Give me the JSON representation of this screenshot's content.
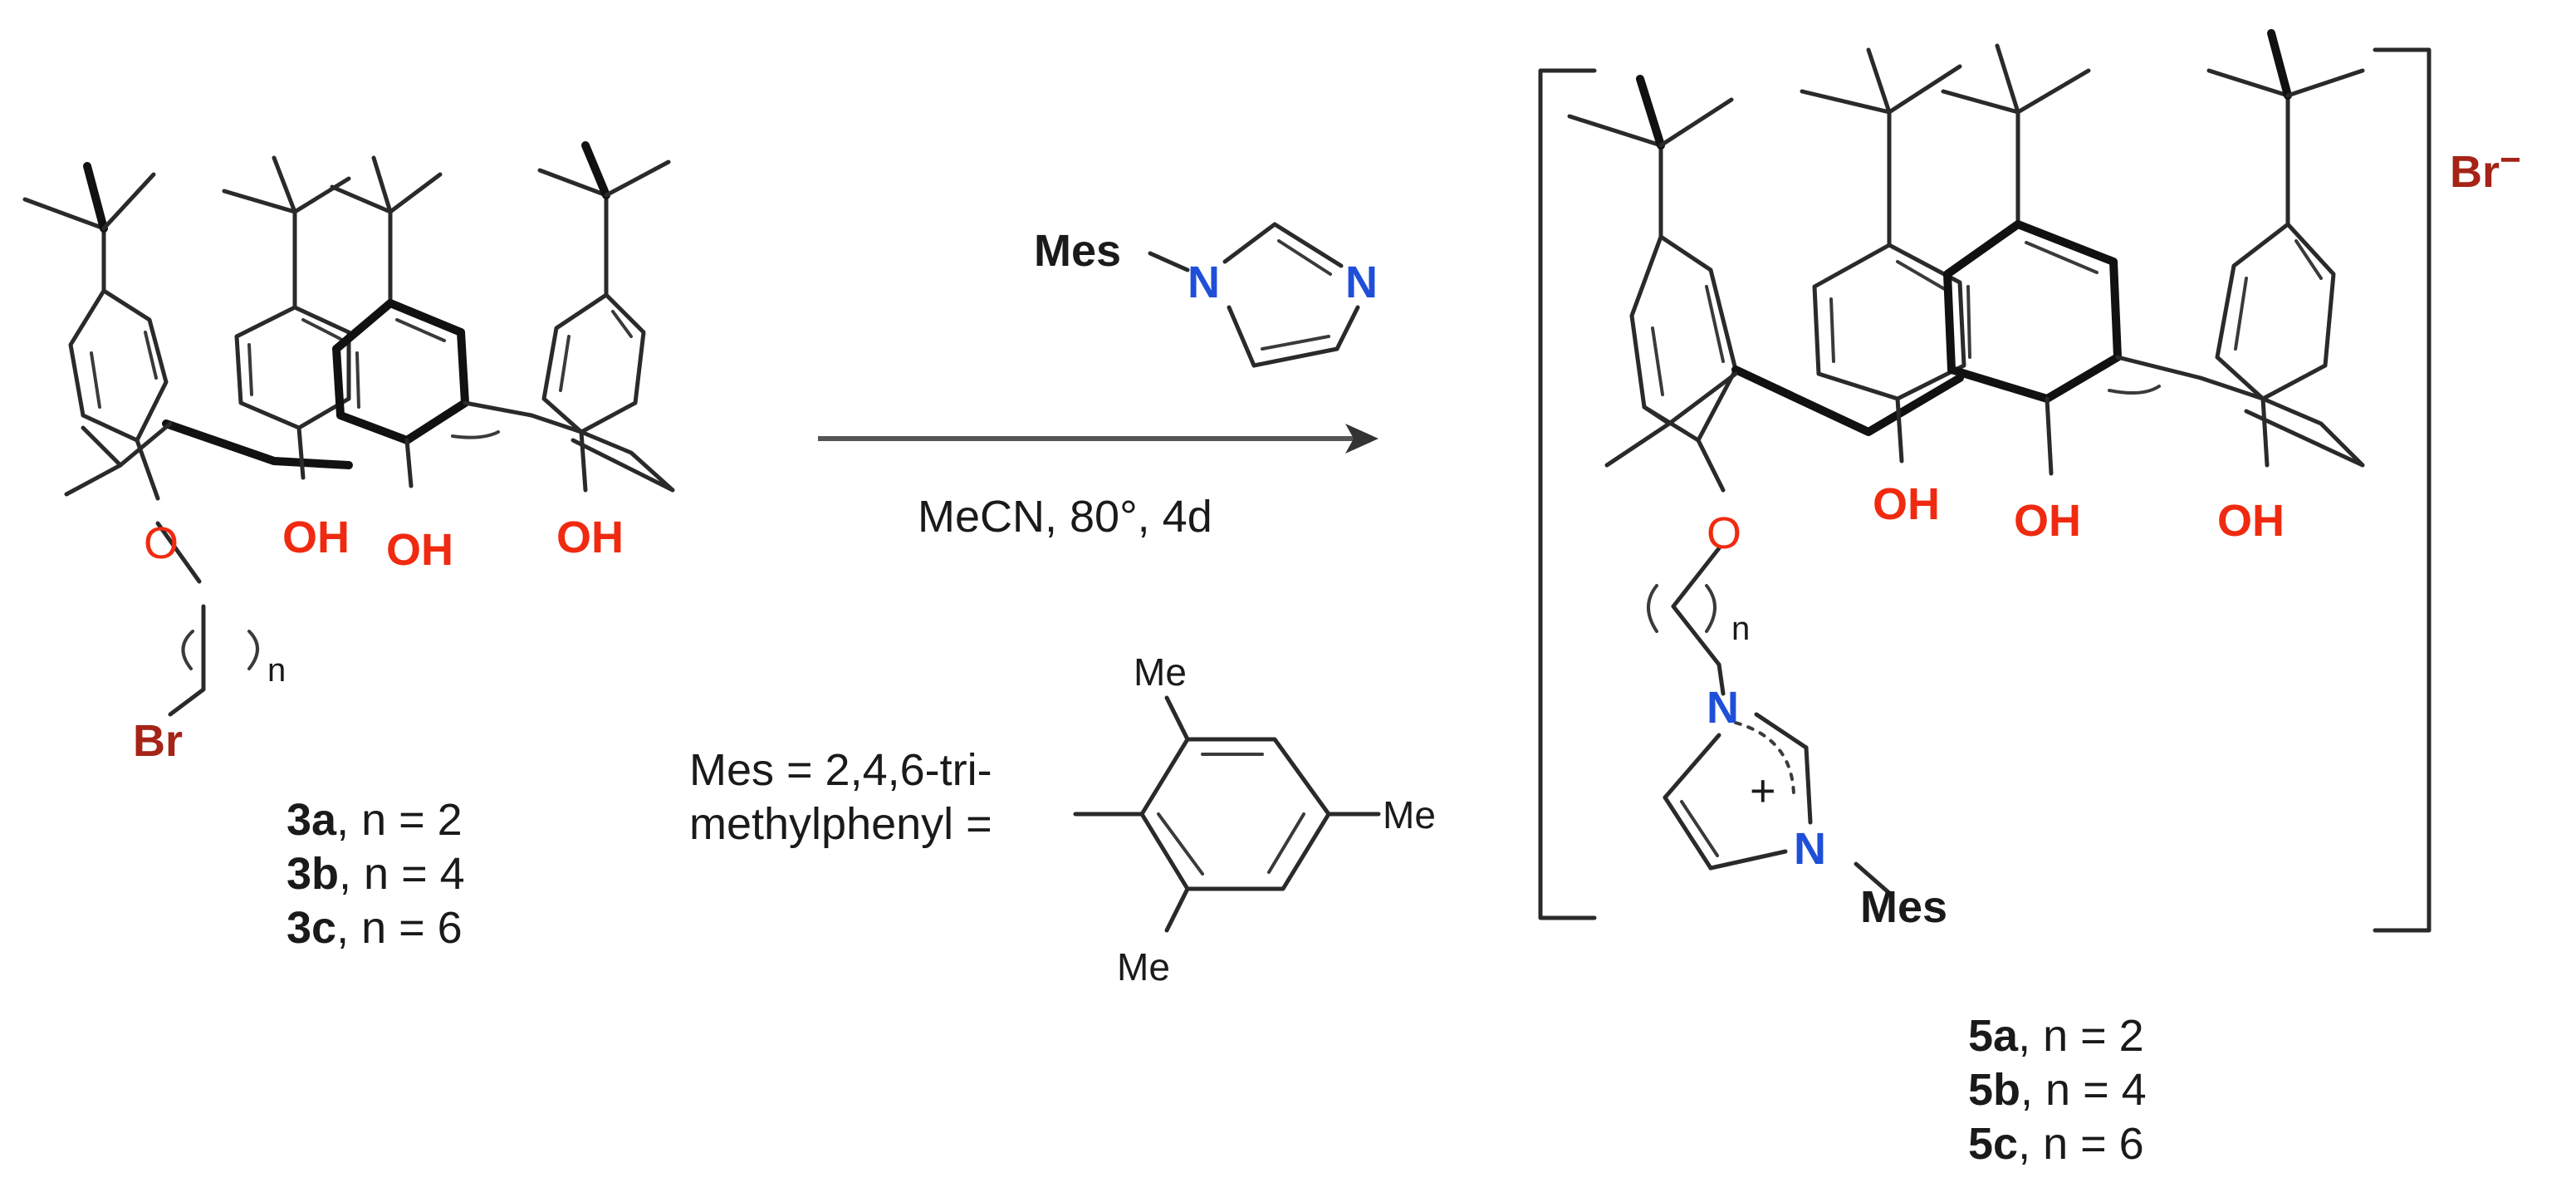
{
  "reagent": {
    "substituent": "Mes",
    "ring_atom_1": "N",
    "ring_atom_2": "N"
  },
  "conditions": "MeCN, 80°, 4d",
  "mes_definition": {
    "line1": "Mes = 2,4,6-tri-",
    "line2": "methylphenyl =",
    "methyl_labels": [
      "Me",
      "Me",
      "Me"
    ]
  },
  "starting_material": {
    "oxygen": "O",
    "hydroxyls": [
      "OH",
      "OH",
      "OH"
    ],
    "bromine": "Br",
    "chain_subscript": "n",
    "compounds": [
      {
        "id": "3a",
        "rest": ", n = 2"
      },
      {
        "id": "3b",
        "rest": ", n = 4"
      },
      {
        "id": "3c",
        "rest": ", n = 6"
      }
    ]
  },
  "product": {
    "oxygen": "O",
    "hydroxyls": [
      "OH",
      "OH",
      "OH"
    ],
    "chain_subscript": "n",
    "nitrogen_1": "N",
    "nitrogen_2": "N",
    "charge": "+",
    "n_substituent": "Mes",
    "counterion": "Br",
    "counterion_charge": "−",
    "compounds": [
      {
        "id": "5a",
        "rest": ", n = 2"
      },
      {
        "id": "5b",
        "rest": ", n = 4"
      },
      {
        "id": "5c",
        "rest": ", n = 6"
      }
    ]
  }
}
